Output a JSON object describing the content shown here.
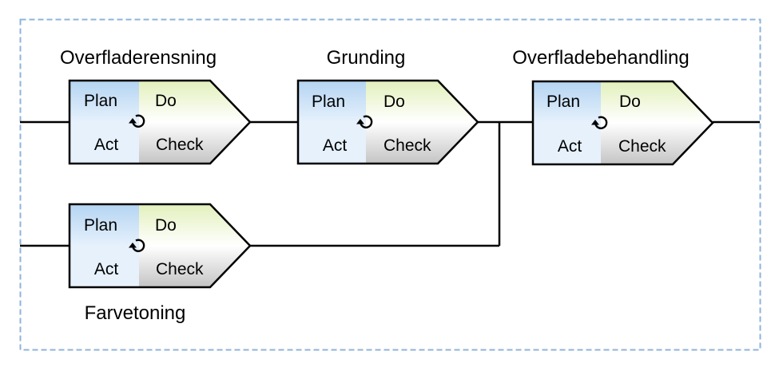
{
  "colors": {
    "frame": "#8fb3d9",
    "plan_top": "#b4d4f2",
    "plan_bottom": "#e6f1fc",
    "do_top": "#e2f0bb",
    "do_bottom": "#ffffff",
    "check_top": "#ffffff",
    "check_bottom": "#c4c4c4",
    "outline": "#000000"
  },
  "icons": {
    "cycle": "cycle-arrow-icon"
  },
  "processes": [
    {
      "id": "overfladerensning",
      "title": "Overfladerensning",
      "cells": {
        "plan": "Plan",
        "do": "Do",
        "act": "Act",
        "check": "Check"
      }
    },
    {
      "id": "grunding",
      "title": "Grunding",
      "cells": {
        "plan": "Plan",
        "do": "Do",
        "act": "Act",
        "check": "Check"
      }
    },
    {
      "id": "overfladebehandling",
      "title": "Overfladebehandling",
      "cells": {
        "plan": "Plan",
        "do": "Do",
        "act": "Act",
        "check": "Check"
      }
    },
    {
      "id": "farvetoning",
      "title": "Farvetoning",
      "cells": {
        "plan": "Plan",
        "do": "Do",
        "act": "Act",
        "check": "Check"
      }
    }
  ]
}
